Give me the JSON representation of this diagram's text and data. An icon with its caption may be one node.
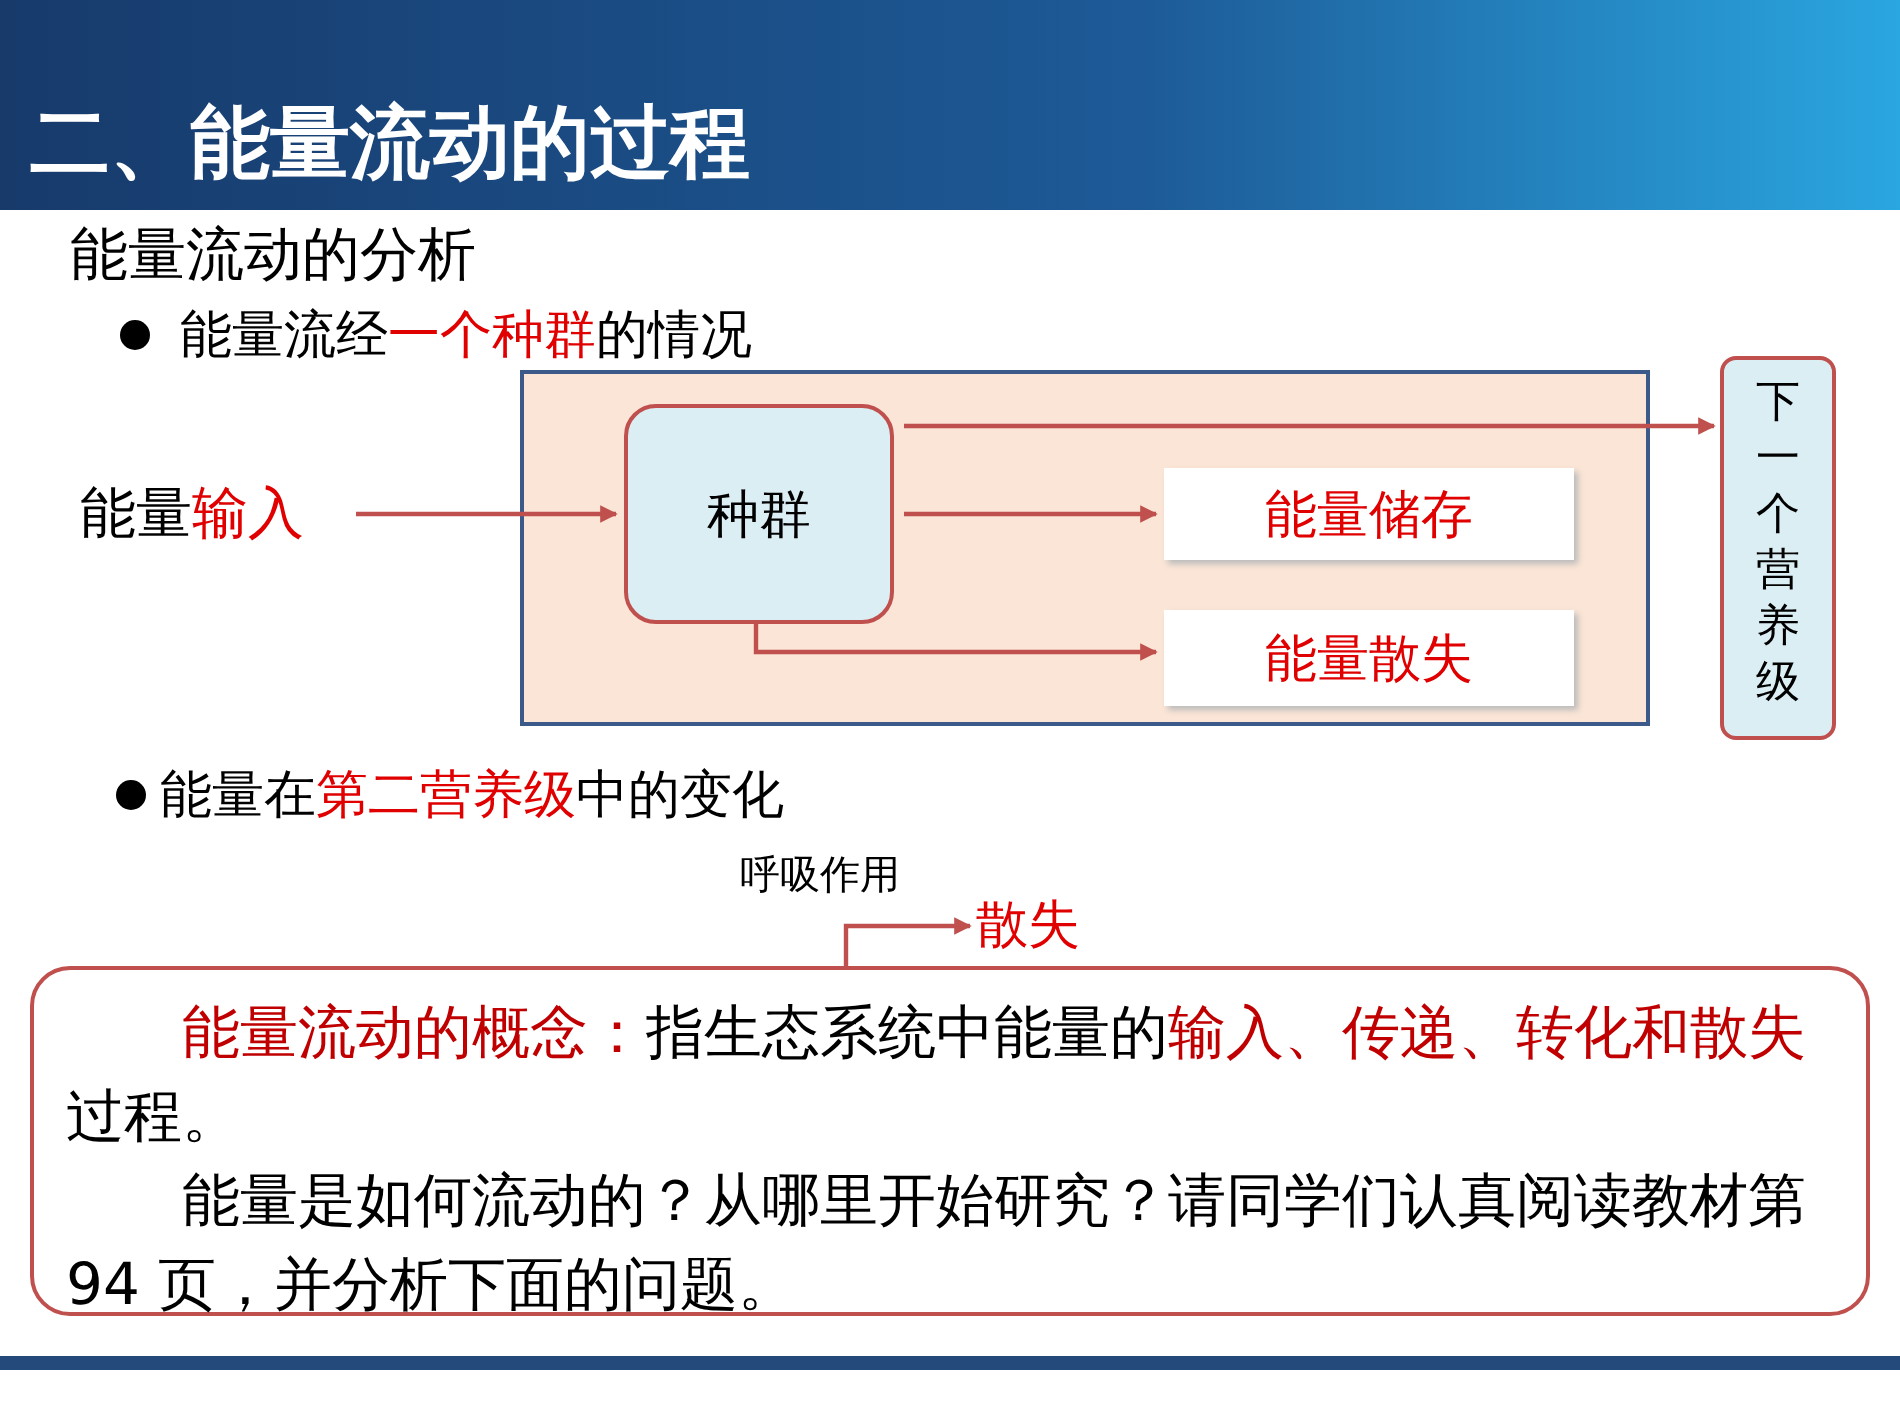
{
  "diagram": {
    "title": "二、能量流动的过程",
    "nodes": [
      {
        "text": [],
        "shape": "box"
      },
      {
        "text": [
          "种群"
        ],
        "in": 0
      },
      {
        "text": [
          "能量储存"
        ],
        "in": 0
      },
      {
        "text": [
          "能量散失"
        ],
        "in": 0
      },
      {
        "text": [
          "下一个营养级"
        ]
      },
      {
        "text": [
          "能量**输入**"
        ]
      },
      {
        "text": [
          "散失"
        ]
      },
      {
        "text": [
          "**能量流动的概念：**指生态系统中能量的**输入、传递、转化和散失**过程。",
          "能量是如何流动的？从哪里开始研究？请同学们认真阅读教材第 94 页，并分析下面的问题。"
        ]
      }
    ],
    "edges": [
      {
        "from": 5,
        "to": 1,
        "arrow": "to"
      },
      {
        "from": 1,
        "to": 4,
        "arrow": "to"
      },
      {
        "from": 1,
        "to": 2,
        "arrow": "to"
      },
      {
        "from": 1,
        "to": 3,
        "arrow": "to"
      },
      {
        "from": 7,
        "to": 6,
        "arrow": "to",
        "label": "呼吸作用"
      }
    ],
    "labels": [
      "能量流动的分析",
      "能量流经**一个种群**的情况",
      "能量在**第二营养级**中的变化"
    ]
  }
}
